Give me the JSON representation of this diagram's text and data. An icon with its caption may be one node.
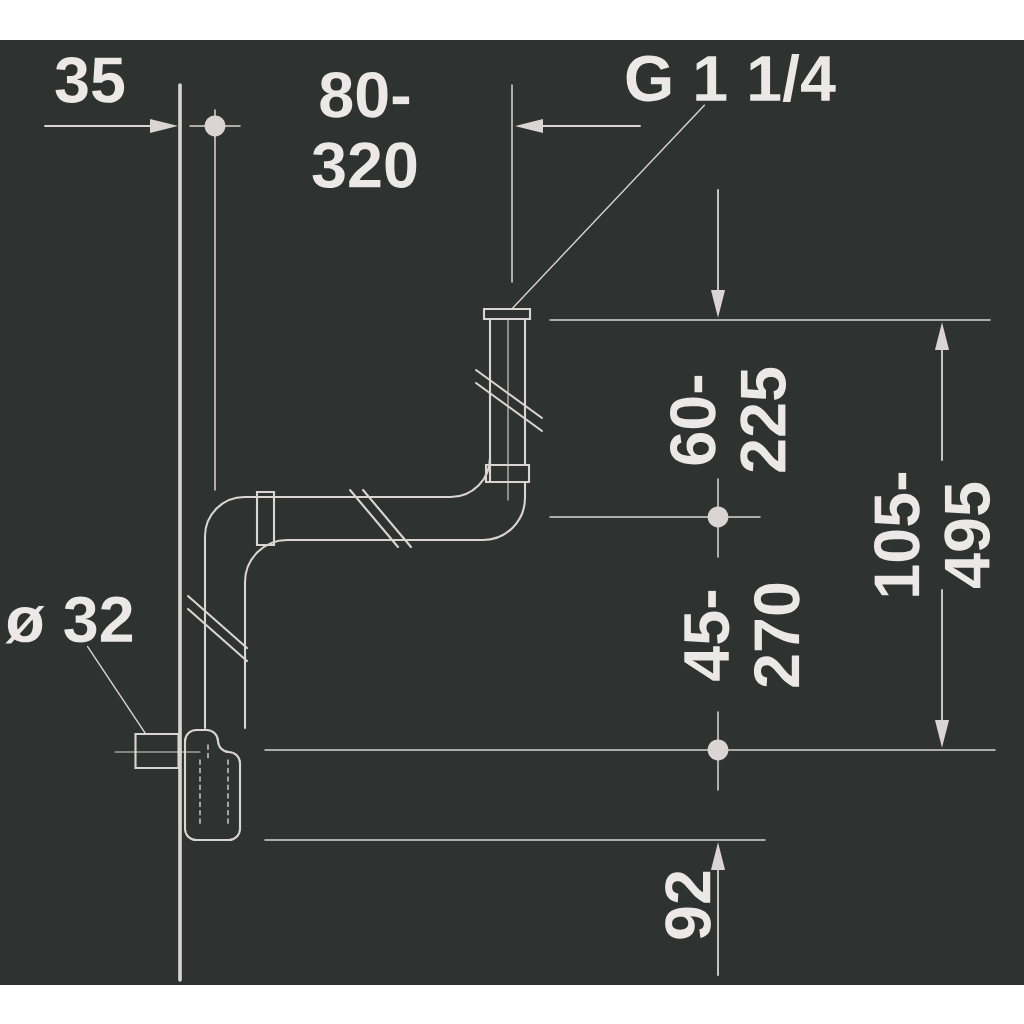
{
  "diagram": {
    "nodes": [
      {
        "text": [
          "G 1 1/4"
        ]
      },
      {
        "text": [],
        "shape": "box"
      },
      {
        "text": [
          "ø 32"
        ]
      },
      {
        "text": [],
        "shape": "box"
      }
    ],
    "edges": [
      {
        "from": 0,
        "to": 1,
        "arrow": "none"
      },
      {
        "from": 2,
        "to": 3,
        "arrow": "none"
      }
    ],
    "labels": [
      "35",
      "80- 320",
      "60- 225",
      "105- 495",
      "45- 270",
      "92"
    ]
  }
}
